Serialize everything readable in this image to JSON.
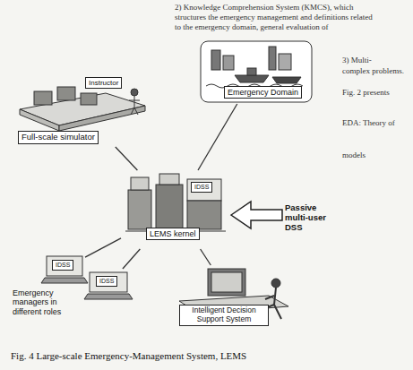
{
  "diagram": {
    "caption": "Fig. 4 Large-scale Emergency-Management System, LEMS",
    "nodes": [
      {
        "text": [
          "Instructor",
          "Full-scale simulator"
        ]
      },
      {
        "text": [
          "Emergency Domain"
        ]
      },
      {
        "text": [
          "IDSS",
          "LEMS kernel"
        ]
      },
      {
        "text": [
          "IDSS"
        ]
      },
      {
        "text": [
          "IDSS"
        ]
      },
      {
        "text": [
          "Intelligent Decision Support System"
        ]
      }
    ],
    "edges": [
      {
        "from": 0,
        "to": 2,
        "arrow": "none"
      },
      {
        "from": 1,
        "to": 2,
        "arrow": "none"
      },
      {
        "from": 2,
        "to": 3,
        "arrow": "none"
      },
      {
        "from": 2,
        "to": 4,
        "arrow": "none"
      },
      {
        "from": 2,
        "to": 5,
        "arrow": "none"
      }
    ],
    "labels": [
      "Passive multi-user DSS",
      "Emergency managers in different roles",
      "2) Knowledge Comprehension System (KMCS), which",
      "structures the emergency management and definitions related",
      "to the emergency domain, general evaluation of",
      "3) Multi-",
      "complex problems.",
      "Fig. 2 presents",
      "EDA: Theory of",
      "models"
    ]
  }
}
